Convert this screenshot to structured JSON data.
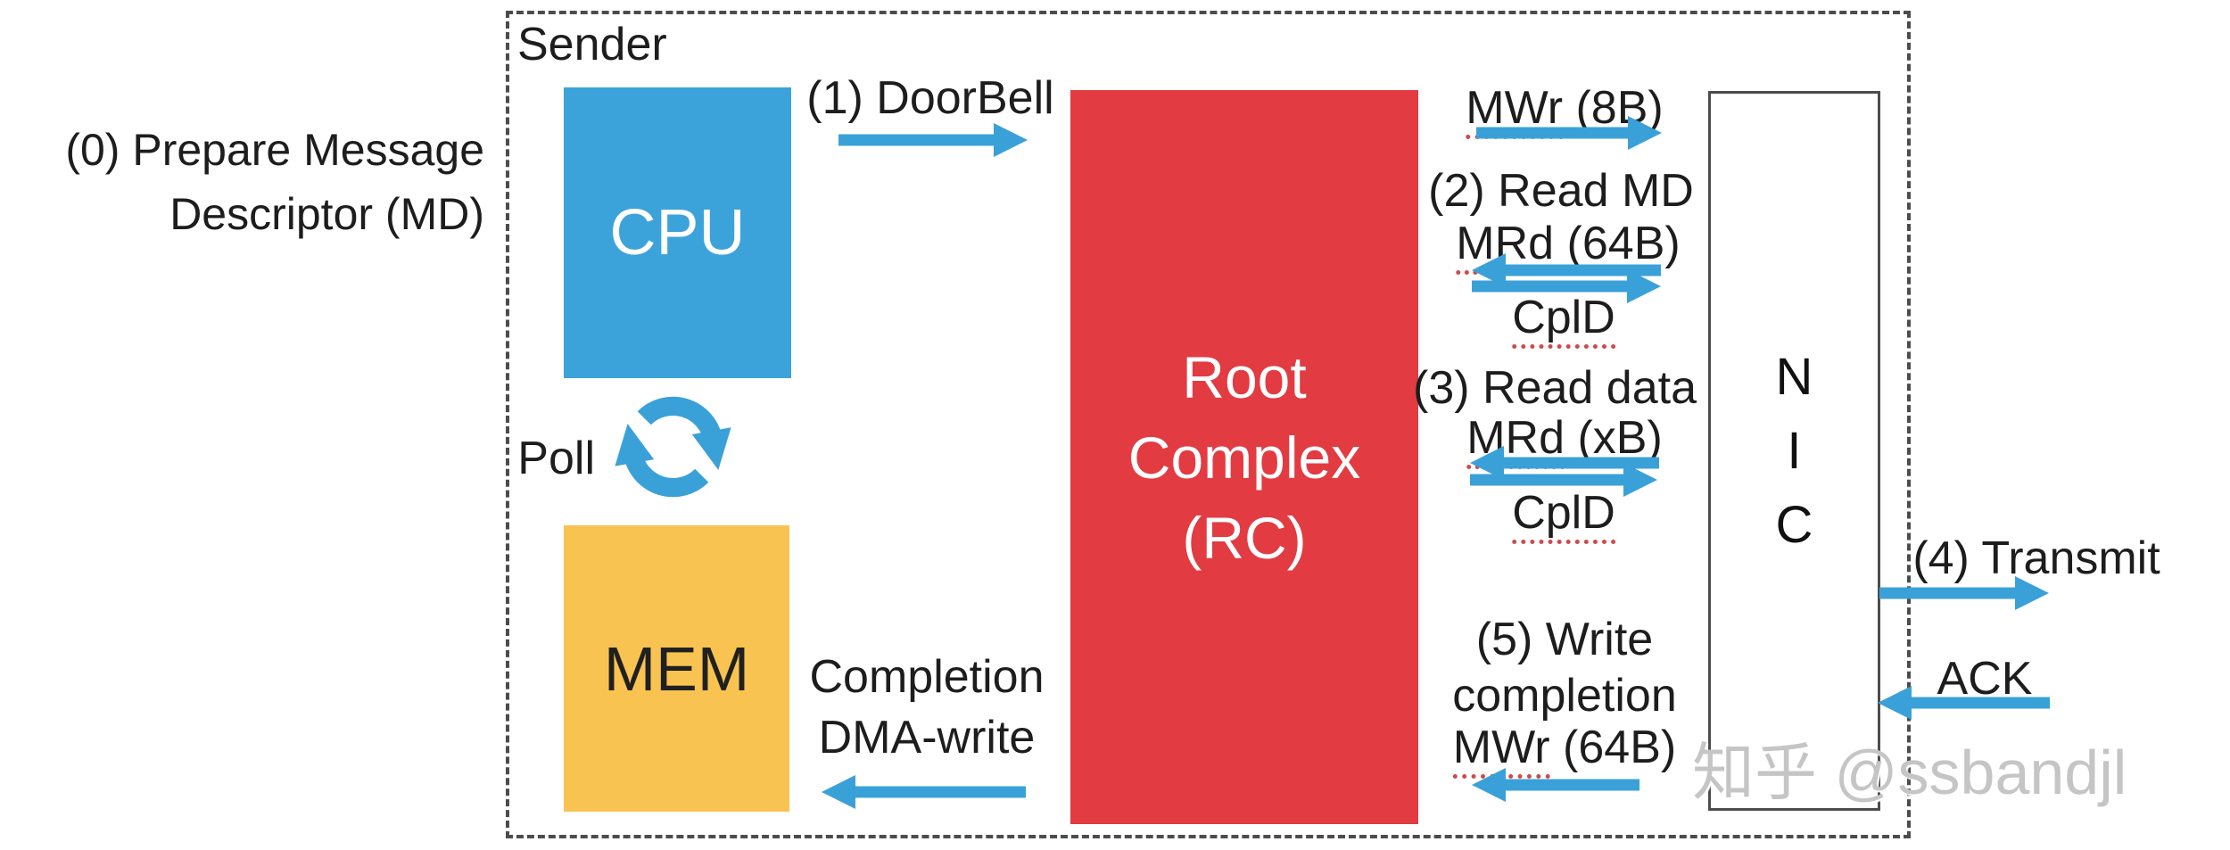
{
  "frame": {
    "label": "Sender"
  },
  "outside_note": {
    "line1": "(0) Prepare Message",
    "line2": "Descriptor (MD)"
  },
  "boxes": {
    "cpu": {
      "label": "CPU",
      "color": "#3CA3DA"
    },
    "mem": {
      "label": "MEM",
      "color": "#F8C351"
    },
    "rc": {
      "line1": "Root",
      "line2": "Complex",
      "line3": "(RC)",
      "color": "#E23B42"
    },
    "nic": {
      "letter1": "N",
      "letter2": "I",
      "letter3": "C",
      "border_color": "#4c4c4c"
    }
  },
  "poll": {
    "label": "Poll",
    "icon": "sync-circular-arrows-icon",
    "color": "#3AA1D8"
  },
  "flows": {
    "doorbell": {
      "label": "(1) DoorBell"
    },
    "mwr8": {
      "op": "MWr",
      "size": " (8B)"
    },
    "read_md": {
      "label": "(2) Read MD"
    },
    "mrd64": {
      "op": "MRd",
      "size": " (64B)"
    },
    "cpld1": {
      "op": "CplD"
    },
    "read_data": {
      "label": "(3) Read data"
    },
    "mrdx": {
      "op": "MRd",
      "size": " (xB)"
    },
    "cpld2": {
      "op": "CplD"
    },
    "write_completion": {
      "line1": "(5) Write",
      "line2": "completion",
      "op": "MWr",
      "size": " (64B)"
    },
    "completion_dma": {
      "line1": "Completion",
      "line2": "DMA-write"
    },
    "transmit": {
      "label": "(4) Transmit"
    },
    "ack": {
      "label": "ACK"
    }
  },
  "watermark": {
    "text": "知乎 @ssbandjl"
  },
  "colors": {
    "arrow_blue": "#3AA1D8",
    "underline_red": "#cf4a4a",
    "frame_dash": "#4c4c4c",
    "text_black": "#1d1d1d",
    "watermark_gray": "#c5c5c5"
  }
}
